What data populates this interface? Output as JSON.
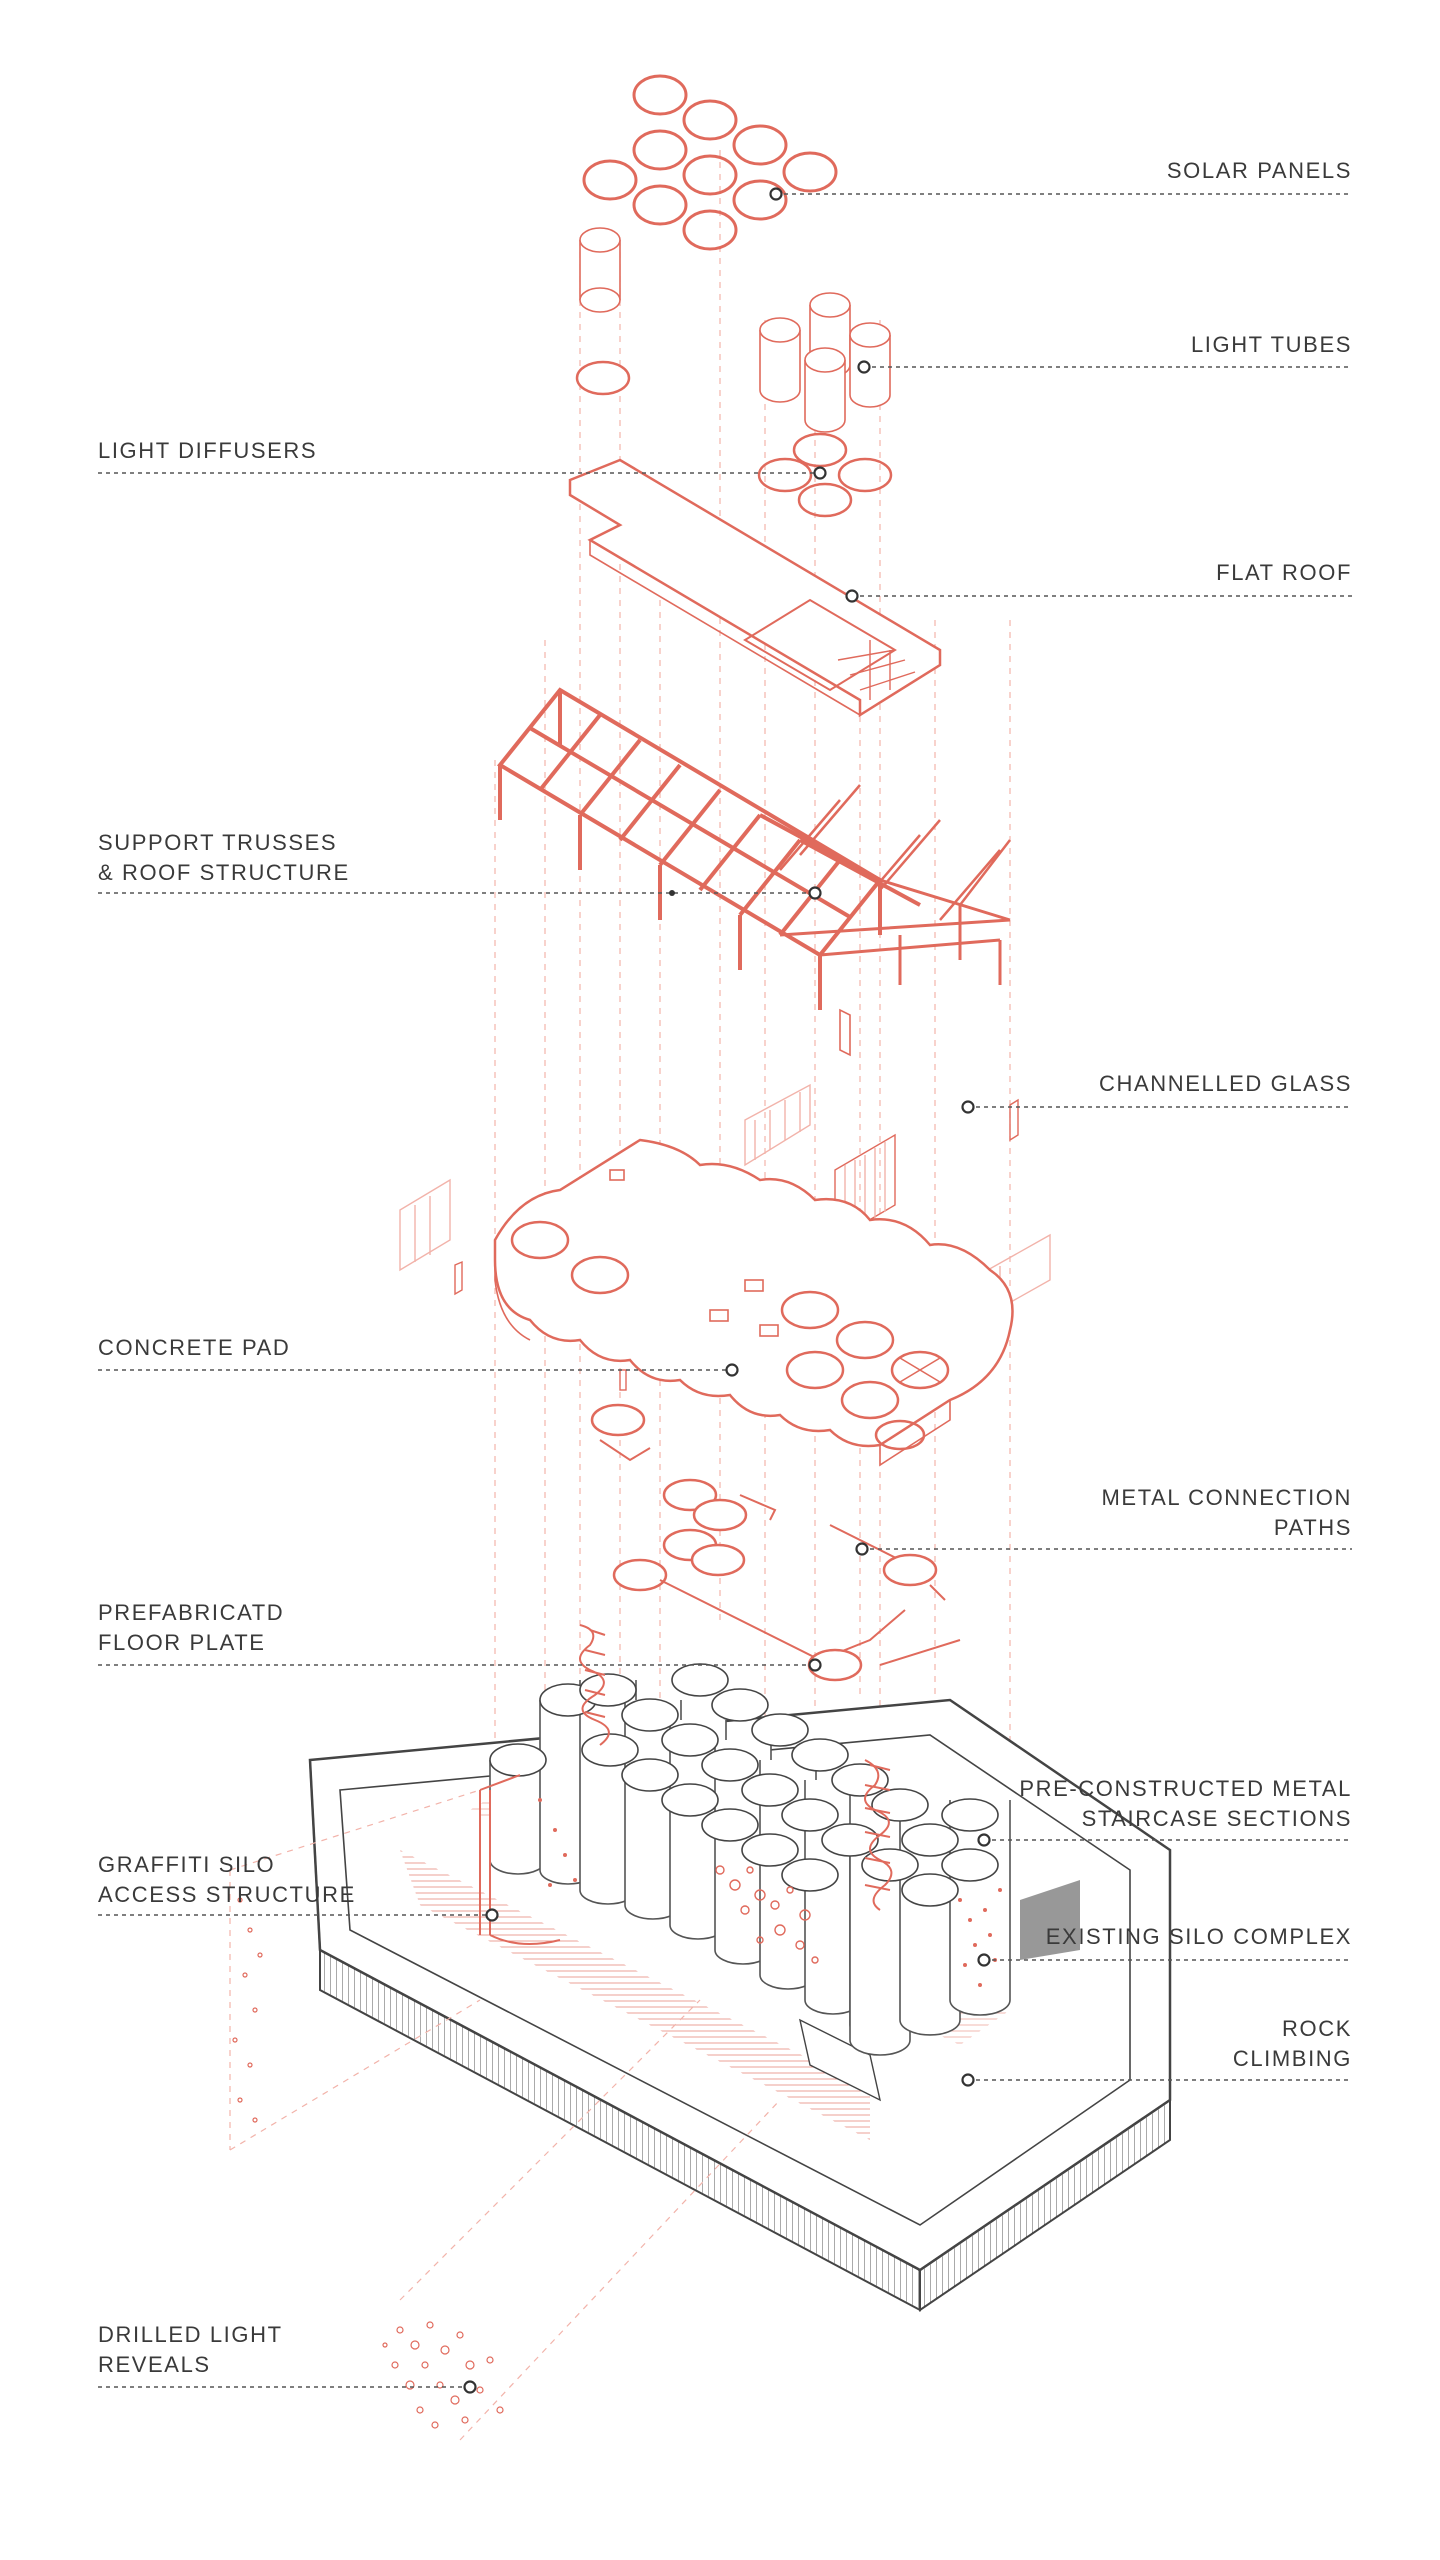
{
  "colors": {
    "accent": "#e06a5c",
    "accent_light": "#f2b3aa",
    "ink": "#3a3a3a",
    "leader": "#555555",
    "background": "#ffffff"
  },
  "labels": {
    "solar_panels": [
      "SOLAR PANELS"
    ],
    "light_tubes": [
      "LIGHT TUBES"
    ],
    "light_diffusers": [
      "LIGHT DIFFUSERS"
    ],
    "flat_roof": [
      "FLAT ROOF"
    ],
    "support_trusses": [
      "SUPPORT TRUSSES",
      "& ROOF STRUCTURE"
    ],
    "channelled_glass": [
      "CHANNELLED GLASS"
    ],
    "concrete_pad": [
      "CONCRETE PAD"
    ],
    "metal_connection_paths": [
      "METAL CONNECTION",
      "PATHS"
    ],
    "prefabricated_floor_plate": [
      "PREFABRICATD",
      "FLOOR PLATE"
    ],
    "pre_constructed_staircase": [
      "PRE-CONSTRUCTED METAL",
      "STAIRCASE SECTIONS"
    ],
    "graffiti_silo": [
      "GRAFFITI SILO",
      "ACCESS STRUCTURE"
    ],
    "existing_silo_complex": [
      "EXISTING SILO COMPLEX"
    ],
    "rock_climbing": [
      "ROCK",
      "CLIMBING"
    ],
    "drilled_light_reveals": [
      "DRILLED LIGHT",
      "REVEALS"
    ]
  }
}
